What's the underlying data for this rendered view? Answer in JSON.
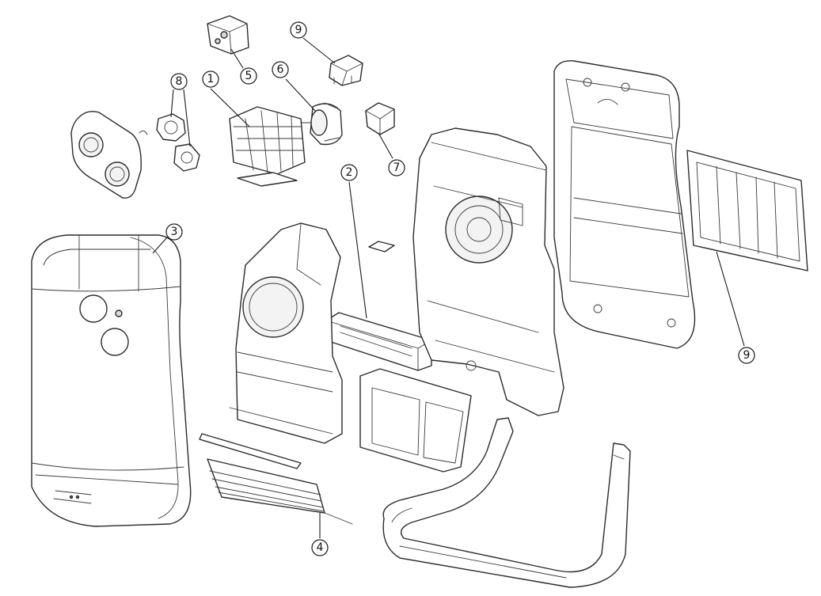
{
  "callouts": [
    {
      "id": "c1",
      "label": "1"
    },
    {
      "id": "c2",
      "label": "2"
    },
    {
      "id": "c3",
      "label": "3"
    },
    {
      "id": "c4",
      "label": "4"
    },
    {
      "id": "c5",
      "label": "5"
    },
    {
      "id": "c6",
      "label": "6"
    },
    {
      "id": "c7",
      "label": "7"
    },
    {
      "id": "c8",
      "label": "8"
    },
    {
      "id": "c9a",
      "label": "9"
    },
    {
      "id": "c9b",
      "label": "9"
    }
  ],
  "colors": {
    "line": "#2b2b2b",
    "background": "#ffffff"
  }
}
